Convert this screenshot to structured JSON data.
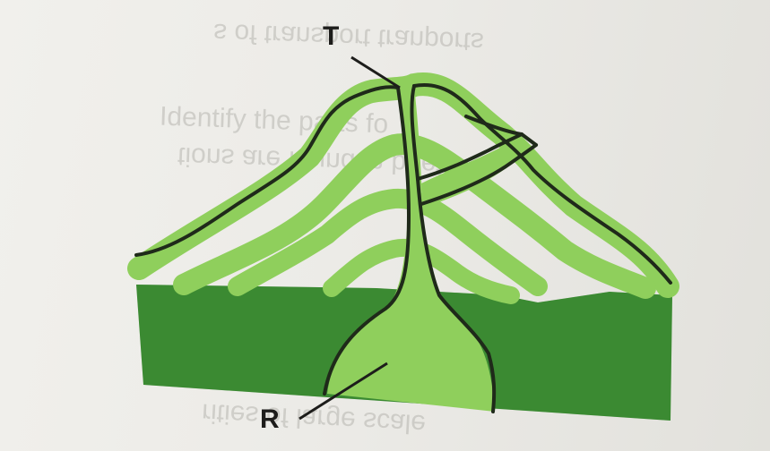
{
  "labels": {
    "t": "T",
    "r": "R"
  },
  "bleed_text": [
    "s of transport tranports",
    "Identify the parts fo",
    "tions are found in beef",
    "rities of large scale"
  ],
  "colors": {
    "soil": "#3f8f35",
    "soil_dark": "#2e7a2a",
    "tissue_light": "#8fcf5c",
    "tissue_mid": "#7cc14d",
    "outline": "#1f2a1a"
  }
}
